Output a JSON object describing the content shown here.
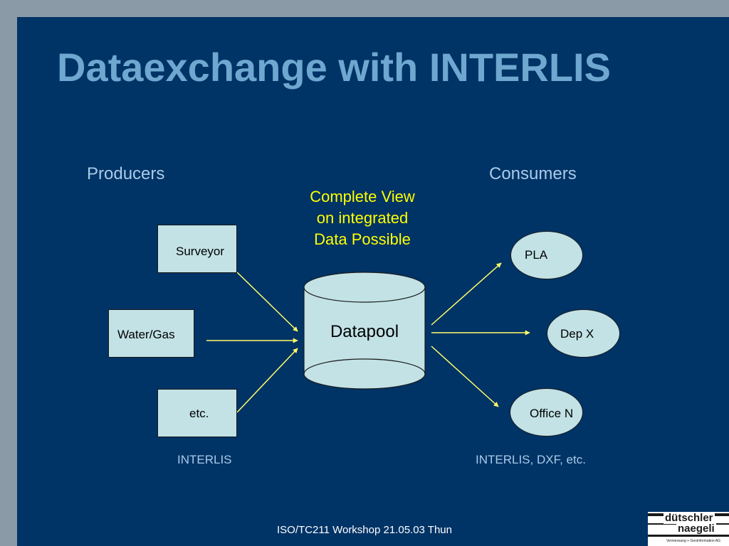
{
  "slide": {
    "title": "Dataexchange with INTERLIS",
    "producers_heading": "Producers",
    "consumers_heading": "Consumers",
    "note_lines": [
      "Complete View",
      "on integrated",
      "Data Possible"
    ],
    "producers": [
      "Surveyor",
      "Water/Gas",
      "etc."
    ],
    "datapool_label": "Datapool",
    "consumers": [
      "PLA",
      "Dep X",
      "Office N"
    ],
    "producer_format": "INTERLIS",
    "consumer_format": "INTERLIS, DXF, etc.",
    "footer": "ISO/TC211 Workshop 21.05.03 Thun",
    "logo": {
      "line1": "dütschler",
      "line2": "naegeli",
      "line3": "Vermessung + Geoinformation AG"
    }
  },
  "colors": {
    "background": "#003366",
    "title": "#6ea7cf",
    "heading": "#a9cbe8",
    "highlight": "#ffff00",
    "shape_fill": "#c2e2e6",
    "arrow": "#ffff66"
  }
}
